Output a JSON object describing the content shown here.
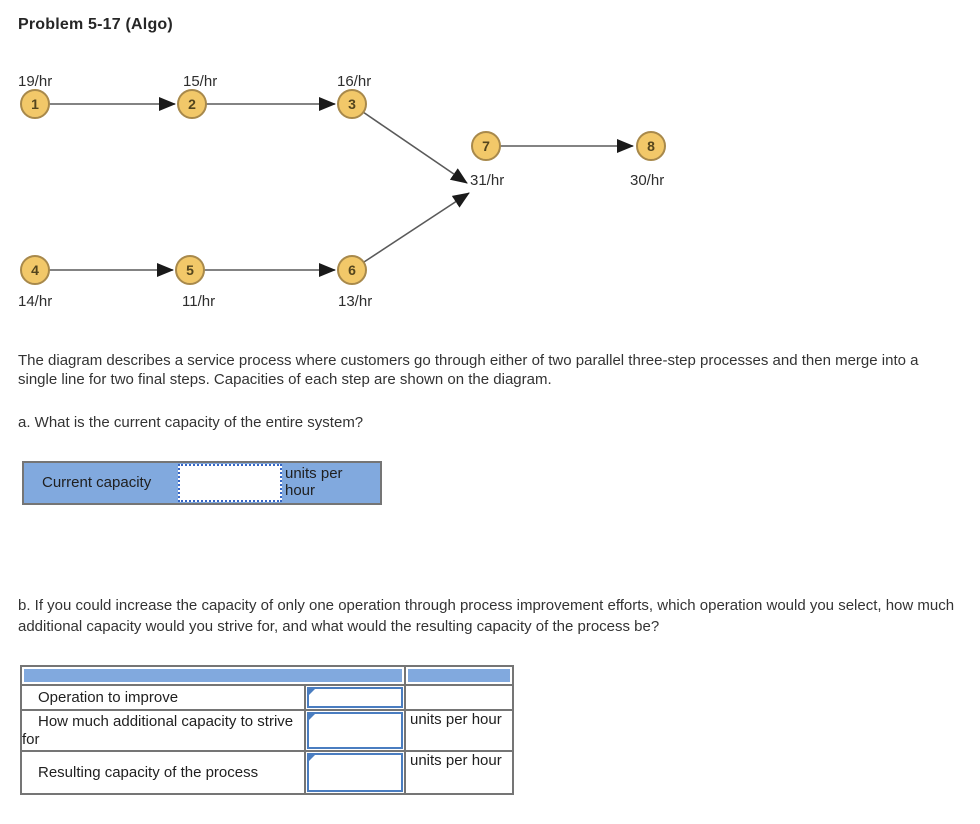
{
  "title": "Problem 5-17 (Algo)",
  "colors": {
    "panel_blue": "#81a9de",
    "panel_border_gray": "#757575",
    "answer_border_blue": "#4a7dc0",
    "dotted_input_border": "#3565c4",
    "node_fill": "#f2c869",
    "node_border": "#a8894b",
    "edge_line": "#5a5a5a",
    "arrowhead": "#1a1a1a"
  },
  "diagram": {
    "nodes": [
      {
        "id": "1",
        "rate": "19/hr"
      },
      {
        "id": "2",
        "rate": "15/hr"
      },
      {
        "id": "3",
        "rate": "16/hr"
      },
      {
        "id": "4",
        "rate": "14/hr"
      },
      {
        "id": "5",
        "rate": "11/hr"
      },
      {
        "id": "6",
        "rate": "13/hr"
      },
      {
        "id": "7",
        "rate": "31/hr"
      },
      {
        "id": "8",
        "rate": "30/hr"
      }
    ],
    "edges": [
      "1-2",
      "2-3",
      "4-5",
      "5-6",
      "3-7",
      "6-7",
      "7-8"
    ]
  },
  "description": "The diagram describes a service process where customers go through either of two parallel three-step processes and then merge into a single line for two final steps. Capacities of each step are shown on the diagram.",
  "question_a": {
    "prompt": "a. What is the current capacity of the entire system?",
    "label": "Current capacity",
    "input_value": "",
    "unit": "units per hour"
  },
  "question_b": {
    "prompt": "b. If you could increase the capacity of only one operation through process improvement efforts, which operation would you select, how much additional capacity would you strive for, and what would the resulting capacity of the process be?",
    "rows": [
      {
        "label": "Operation to improve",
        "input_value": "",
        "unit": ""
      },
      {
        "label": "How much additional capacity to strive for",
        "input_value": "",
        "unit": "units per hour"
      },
      {
        "label": "Resulting capacity of the process",
        "input_value": "",
        "unit": "units per hour"
      }
    ]
  }
}
